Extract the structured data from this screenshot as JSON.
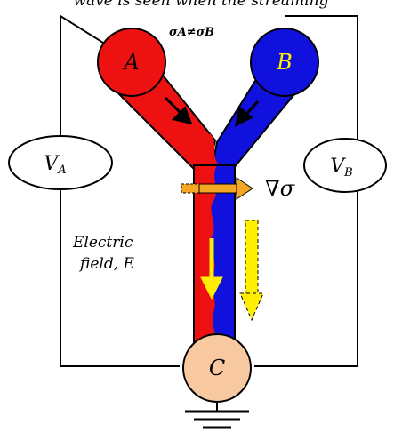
{
  "top_text": "wave is seen when the streaming",
  "conductivity_label": {
    "main": "σA≠σB"
  },
  "reservoirs": {
    "a": {
      "label": "A",
      "color": "#ee1111"
    },
    "b": {
      "label": "B",
      "color": "#1111dd"
    },
    "c": {
      "label": "C",
      "color": "#f8c8a0"
    }
  },
  "voltmeters": {
    "left": {
      "symbol": "V",
      "subscript": "A"
    },
    "right": {
      "symbol": "V",
      "subscript": "B"
    }
  },
  "gradient_label": "∇σ",
  "field_label": {
    "line1": "Electric",
    "line2": "field, E"
  },
  "colors": {
    "fluid_a": "#ee1111",
    "fluid_b": "#1111dd",
    "arrow_yellow": "#ffee00",
    "arrow_orange": "#f5a623",
    "wire": "#000000"
  }
}
